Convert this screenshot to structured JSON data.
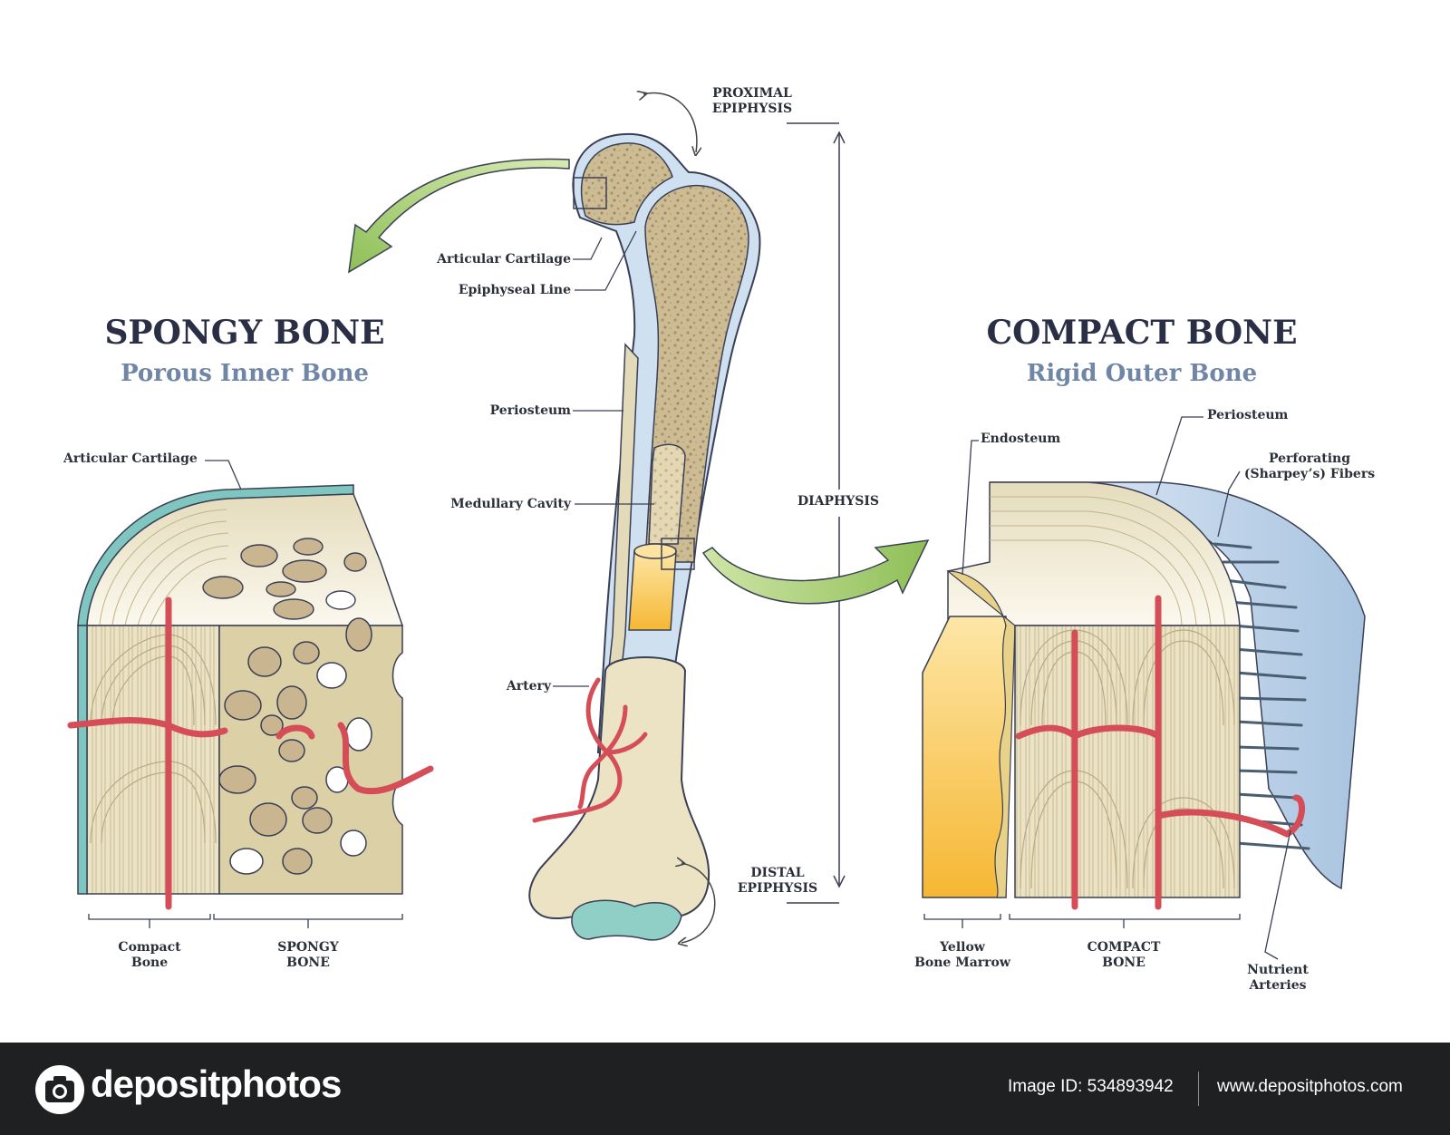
{
  "spongy": {
    "title": "SPONGY BONE",
    "subtitle": "Porous Inner Bone",
    "articular_cartilage": "Articular Cartilage",
    "compact_bone": [
      "Compact",
      "Bone"
    ],
    "spongy_bone": [
      "SPONGY",
      "BONE"
    ]
  },
  "compact": {
    "title": "COMPACT BONE",
    "subtitle": "Rigid Outer Bone",
    "endosteum": "Endosteum",
    "periosteum": "Periosteum",
    "perforating": [
      "Perforating",
      "(Sharpey’s) Fibers"
    ],
    "yellow_marrow": [
      "Yellow",
      "Bone Marrow"
    ],
    "compact_bone": [
      "COMPACT",
      "BONE"
    ],
    "nutrient": [
      "Nutrient",
      "Arteries"
    ]
  },
  "long_bone": {
    "proximal": [
      "PROXIMAL",
      "EPIPHYSIS"
    ],
    "articular_cartilage": "Articular Cartilage",
    "epiphyseal_line": "Epiphyseal Line",
    "periosteum": "Periosteum",
    "medullary_cavity": "Medullary Cavity",
    "artery": "Artery",
    "diaphysis": "DIAPHYSIS",
    "distal": [
      "DISTAL",
      "EPIPHYSIS"
    ]
  },
  "footer": {
    "brand": "depositphotos",
    "image_id": "Image ID: 534893942",
    "url": "www.depositphotos.com"
  },
  "colors": {
    "bone": "#e9e2c6",
    "spongy": "#c9b893",
    "cartilage": "#7fc6c0",
    "artery": "#d44d57",
    "marrow": "#f7c046",
    "periosteum": "#b9cfe6",
    "arrow": "#9fc86b",
    "title": "#2b2f45",
    "subtitle": "#6f86a6"
  }
}
